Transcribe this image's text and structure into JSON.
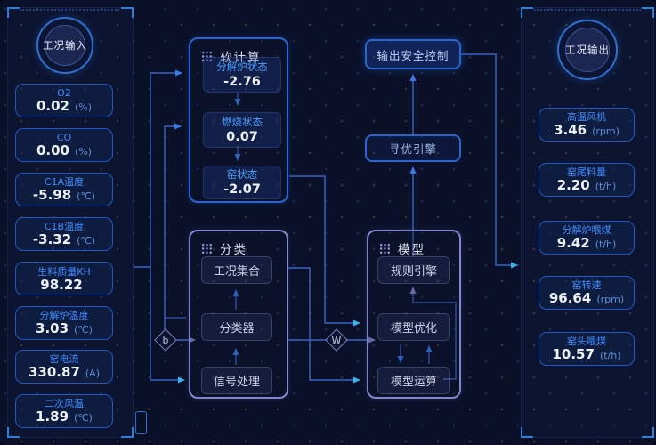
{
  "left_panel": {
    "title": "工况输入",
    "cards": [
      {
        "label": "O2",
        "value": "0.02",
        "unit": "(%)"
      },
      {
        "label": "CO",
        "value": "0.00",
        "unit": "(%)"
      },
      {
        "label": "C1A温度",
        "value": "-5.98",
        "unit": "(℃)"
      },
      {
        "label": "C1B温度",
        "value": "-3.32",
        "unit": "(℃)"
      },
      {
        "label": "生料质量KH",
        "value": "98.22",
        "unit": ""
      },
      {
        "label": "分解炉温度",
        "value": "3.03",
        "unit": "(℃)"
      },
      {
        "label": "窑电流",
        "value": "330.87",
        "unit": "(A)"
      },
      {
        "label": "二次风温",
        "value": "1.89",
        "unit": "(℃)"
      }
    ]
  },
  "right_panel": {
    "title": "工况输出",
    "cards": [
      {
        "label": "高温风机",
        "value": "3.46",
        "unit": "(rpm)"
      },
      {
        "label": "窑尾料量",
        "value": "2.20",
        "unit": "(t/h)"
      },
      {
        "label": "分解炉喂煤",
        "value": "9.42",
        "unit": "(t/h)"
      },
      {
        "label": "窑转速",
        "value": "96.64",
        "unit": "(rpm)"
      },
      {
        "label": "窑头喂煤",
        "value": "10.57",
        "unit": "(t/h)"
      }
    ]
  },
  "soft": {
    "title": "软计算",
    "items": [
      {
        "label": "分解炉状态",
        "value": "-2.76"
      },
      {
        "label": "燃烧状态",
        "value": "0.07"
      },
      {
        "label": "窑状态",
        "value": "-2.07"
      }
    ]
  },
  "classify": {
    "title": "分类",
    "items": [
      "工况集合",
      "分类器",
      "信号处理"
    ]
  },
  "model": {
    "title": "模型",
    "items": [
      "规则引擎",
      "模型优化",
      "模型运算"
    ]
  },
  "flow": {
    "safety_label": "输出安全控制",
    "optimizer_label": "寻优引擎",
    "b": "b",
    "w": "W"
  },
  "colors": {
    "background": "#0a1028",
    "accent_blue": "#2f6fd0",
    "line_blue": "#3a6ad0",
    "arrow_cyan": "#38bdf8",
    "arrow_purple": "#8b90d8",
    "label_blue": "#4a9eff",
    "value_white": "#eef2fa"
  }
}
